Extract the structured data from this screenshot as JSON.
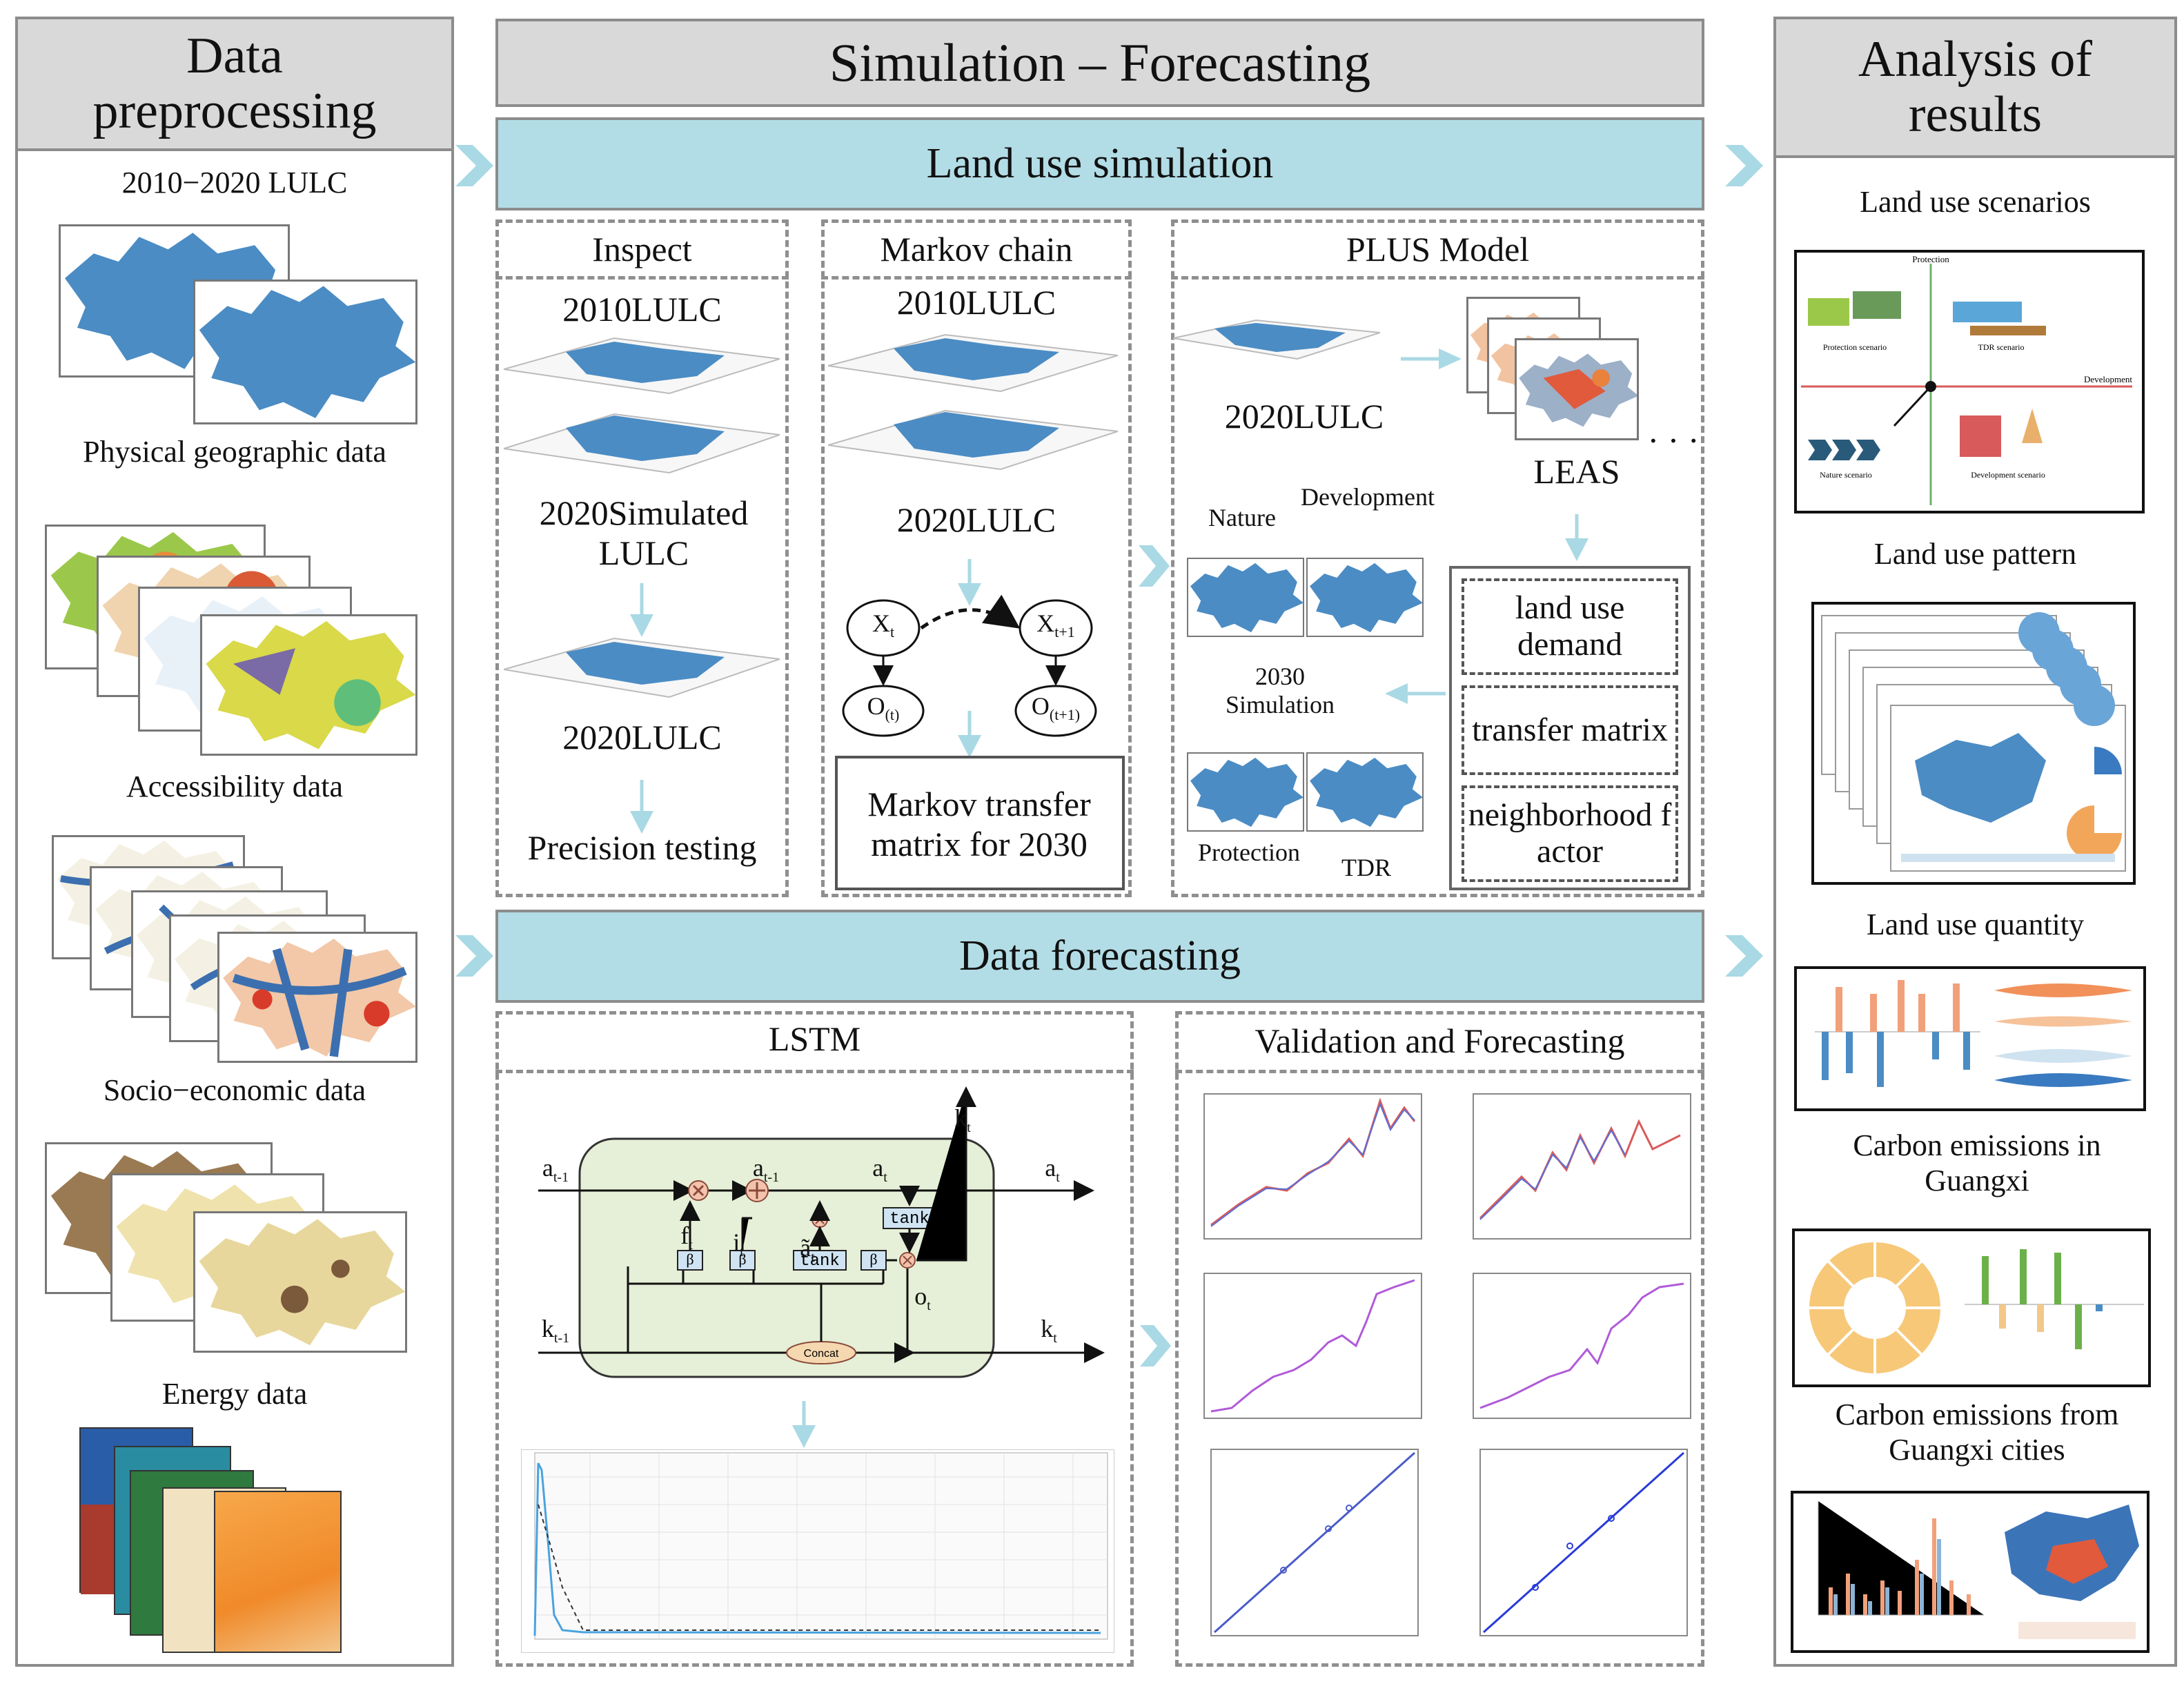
{
  "columns": {
    "left": {
      "title": "Data preprocessing",
      "items": [
        "2010−2020 LULC",
        "Physical geographic data",
        "Accessibility data",
        "Socio−economic data",
        "Energy  data"
      ]
    },
    "center": {
      "title": "Simulation – Forecasting",
      "simulation_band": "Land use simulation",
      "forecast_band": "Data forecasting",
      "inspect": {
        "title": "Inspect",
        "l1": "2010LULC",
        "l2": "2020Simulated LULC",
        "l3": "2020LULC",
        "l4": "Precision testing"
      },
      "markov": {
        "title": "Markov chain",
        "l1": "2010LULC",
        "l2": "2020LULC",
        "node_xt": "X",
        "node_xt_sub": "t",
        "node_xt1": "X",
        "node_xt1_sub": "t+1",
        "node_ot": "O",
        "node_ot_sub": "(t)",
        "node_ot1": "O",
        "node_ot1_sub": "(t+1)",
        "box": "Markov transfer matrix for 2030"
      },
      "plus": {
        "title": "PLUS Model",
        "lulc": "2020LULC",
        "leas": "LEAS",
        "dots": "· · ·",
        "nature": "Nature",
        "develop": "Development",
        "sim": "2030 Simulation",
        "protection": "Protection",
        "tdr": "TDR",
        "f1": "land use demand",
        "f2": "transfer matrix",
        "f3": "neighborhood factor"
      },
      "lstm": {
        "title": "LSTM",
        "a_prev": "a",
        "a_prev_sub": "t-1",
        "a_mid": "a",
        "a_mid_sub": "t-1",
        "a_t": "a",
        "a_t_sub": "t",
        "a_out": "a",
        "a_out_sub": "t",
        "k_prev": "k",
        "k_prev_sub": "t-1",
        "k_out": "k",
        "k_out_sub": "t",
        "k_top": "k",
        "k_top_sub": "t",
        "f_t": "f",
        "f_t_sub": "t",
        "i_t": "i",
        "i_t_sub": "t",
        "a_tilde": "ã",
        "a_tilde_sub": "t",
        "o_t": "o",
        "o_t_sub": "t",
        "beta": "β",
        "tank": "tank",
        "concat": "Concat"
      },
      "validation": {
        "title": "Validation and Forecasting"
      }
    },
    "right": {
      "title": "Analysis of results",
      "items": [
        "Land use scenarios",
        "Land use pattern",
        "Land use quantity",
        "Carbon emissions in Guangxi",
        "Carbon emissions from Guangxi cities"
      ],
      "scenario_labels": {
        "protection_axis": "Protection",
        "development_axis": "Development",
        "protection": "Protection scenario",
        "tdr": "TDR scenario",
        "nature": "Nature scenario",
        "development": "Development scenario"
      }
    }
  },
  "colors": {
    "band_blue": "#b3dde6",
    "header_gray": "#d9d9d9",
    "border": "#8c8c8c",
    "arrow_blue": "#a9d9e4",
    "map_blue": "#4b8cc4",
    "lstm_fill": "#e6efd7",
    "accent_red": "#e15a3c"
  },
  "icons": [
    "chevron-right-icon",
    "down-arrow-icon",
    "map-icon",
    "gate-icon"
  ]
}
